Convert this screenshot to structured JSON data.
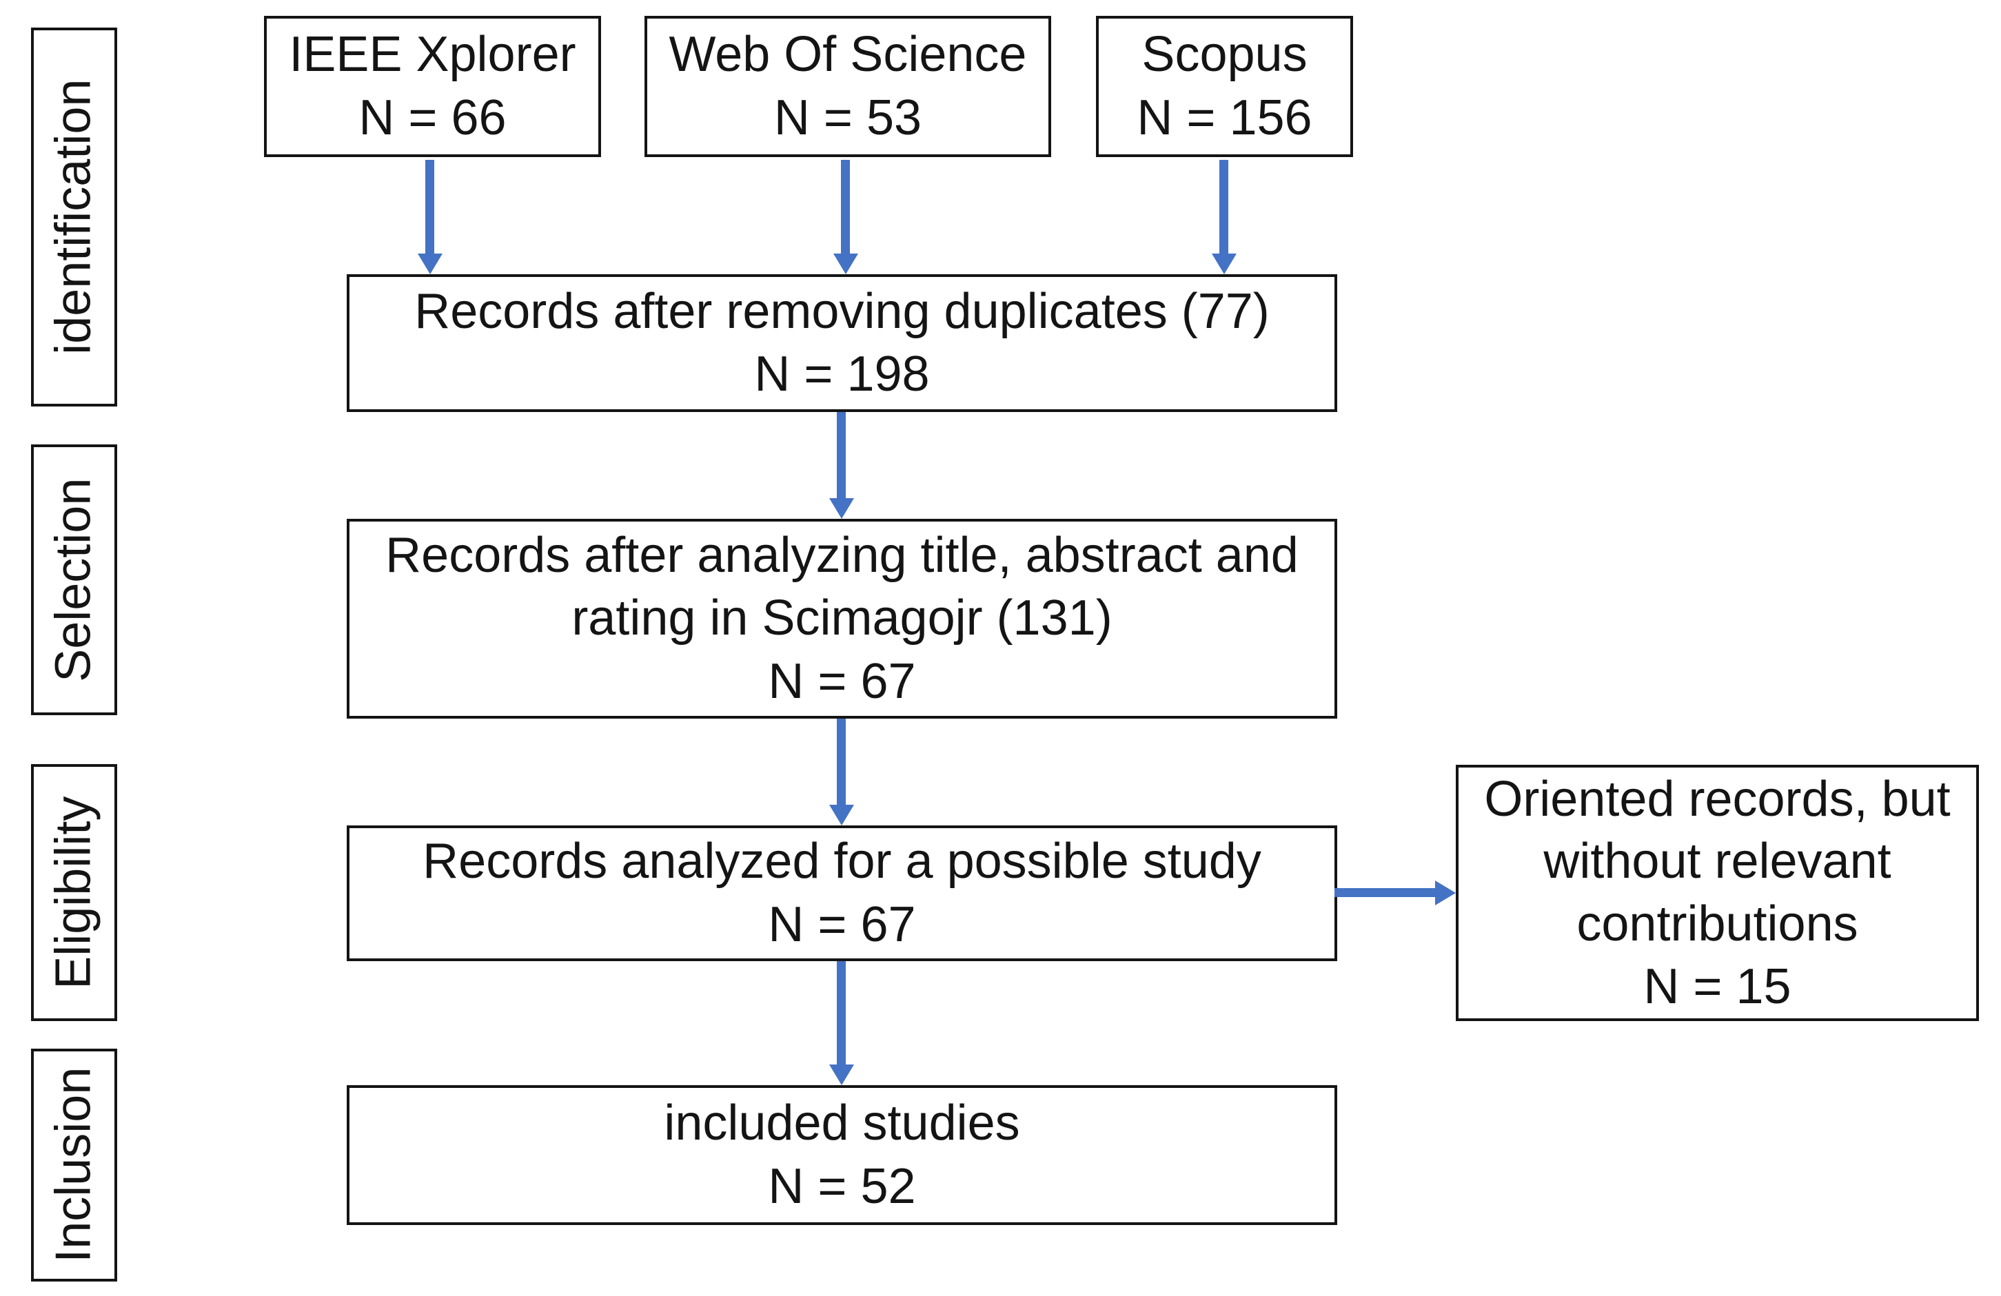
{
  "figure": {
    "type": "prisma-flow-diagram",
    "background_color": "#ffffff",
    "arrow_color": "#4472C4",
    "border_color": "#141414",
    "text_color": "#141414"
  },
  "sidebar": {
    "items": [
      {
        "label": "identification"
      },
      {
        "label": "Selection"
      },
      {
        "label": "Eligibility"
      },
      {
        "label": "Inclusion"
      }
    ]
  },
  "sources": [
    {
      "name": "IEEE Xplorer",
      "count": "N = 66"
    },
    {
      "name": "Web Of Science",
      "count": "N = 53"
    },
    {
      "name": "Scopus",
      "count": "N = 156"
    }
  ],
  "stages": [
    {
      "text": "Records after removing duplicates (77)",
      "count": "N = 198"
    },
    {
      "text": "Records after analyzing title, abstract and rating in Scimagojr (131)",
      "count": "N = 67"
    },
    {
      "text": "Records analyzed for a possible study",
      "count": "N = 67"
    },
    {
      "text": "included studies",
      "count": "N = 52"
    }
  ],
  "excluded": {
    "text": "Oriented records, but without relevant contributions",
    "count": "N = 15"
  }
}
